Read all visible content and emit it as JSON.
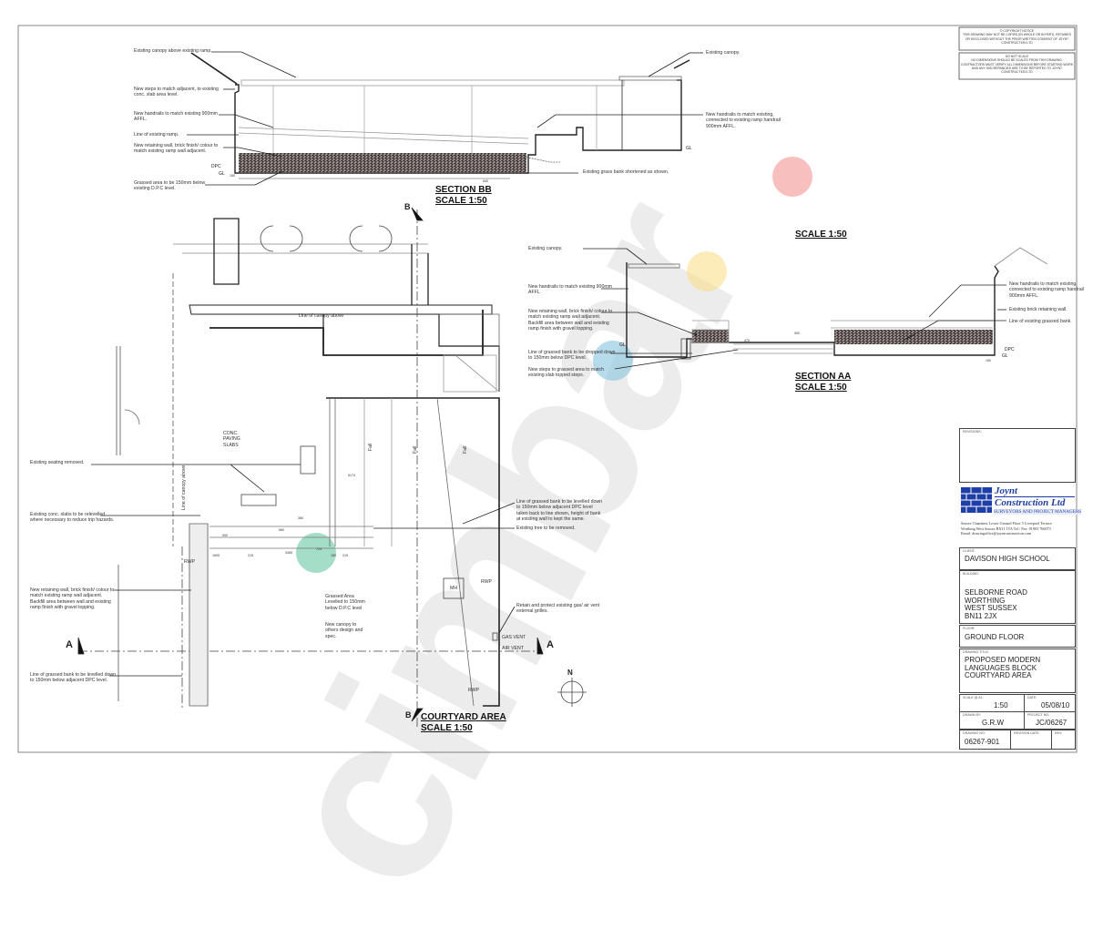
{
  "watermark": {
    "text": "cimbar",
    "dot_colors": [
      "#f28b8b",
      "#f8e08a",
      "#8fc8e0",
      "#7fd0b0"
    ]
  },
  "notices": {
    "copyright": "© COPYRIGHT NOTICE\nTHIS DRAWING MAY NOT BE COPIED (IN WHOLE OR IN PART), RETAINED OR DISCLOSED WITHOUT THE PRIOR WRITTEN CONSENT OF JOYNT CONSTRUCTION LTD",
    "do_not_scale": "DO NOT SCALE\nNO DIMENSIONS SHOULD BE SCALED FROM THIS DRAWING. CONTRACTORS MUST VERIFY ALL DIMENSIONS BEFORE STARTING WORK AND ANY DISCREPANCIES ARE TO BE REPORTED TO JOYNT CONSTRUCTION LTD"
  },
  "section_bb": {
    "title": "SECTION BB",
    "scale": "SCALE 1:50",
    "notes": [
      "Existing canopy above existing ramp.",
      "New steps to match adjacent, to existing\nconc. slab area level.",
      "New handrails to match existing 900mm\nAFFL.",
      "Line of existing ramp.",
      "New retaining wall, brick finish/ colour to\nmatch existing ramp wall adjacent.",
      "Grassed area to be 150mm below\nexisting D.P.C level.",
      "Existing canopy.",
      "New handrails to match existing,\nconnected to existing ramp handrail\n900mm AFFL.",
      "Existing grass bank shortened as shown."
    ],
    "labels": {
      "dpc": "DPC",
      "gl": "GL",
      "gl2": "GL",
      "dim1": "150",
      "dim2": "840"
    }
  },
  "loose_scale": "SCALE 1:50",
  "section_aa": {
    "title": "SECTION AA",
    "scale": "SCALE 1:50",
    "notes": [
      "Existing canopy.",
      "New handrails to match existing 900mm\nAFFL.",
      "New retaining wall, brick finish/ colour to\nmatch existing ramp wall adjacent.\nBackfill area between wall and existing\nramp finish with gravel topping.",
      "Line of grassed bank to be dropped down\nto 150mm below DPC level.",
      "New steps to grassed area to match\nexisting slab topped steps.",
      "New handrails to match existing,\nconnected to existing ramp handrail\n900mm AFFL.",
      "Existing brick retaining wall.",
      "Line of existing grassed bank."
    ],
    "labels": {
      "gl": "GL",
      "dpc": "DPC",
      "gl2": "GL",
      "dim1": "150",
      "dim2": "900",
      "dim3": "470"
    }
  },
  "plan": {
    "title": "COURTYARD AREA",
    "scale": "SCALE 1:50",
    "notes": [
      "Existing seating removed.",
      "Existing conc. slabs to be relevelled\nwhere necessary to reduce trip hazards.",
      "New retaining wall, brick finish/ colour to\nmatch existing ramp wall adjacent.\nBackfill area between wall and existing\nramp finish with gravel topping.",
      "Line of grassed bank to be levelled down\nto 150mm below adjacent DPC level.",
      "Line of grassed bank to be levelled down\nto 150mm below adjacent DPC level\ntaken back to line shown, height of bank\nat existing wall to kept the same.",
      "Existing tree to be removed.",
      "Retain and protect existing gas/ air vent\nexternal grilles."
    ],
    "area_labels": {
      "paving": "CONC.\nPAVING\nSLABS",
      "canopy_line": "Line of canopy above",
      "canopy_line_vertical": "Line of canopy above",
      "grassed": "Grassed Area\nLevelled to 150mm\nbelow D.P.C level",
      "new_canopy": "New canopy to\nothers design and\nspec.",
      "gas_vent": "GAS VENT",
      "air_vent": "AIR VENT",
      "rwp1": "RWP",
      "rwp2": "RWP",
      "rwp3": "RWP",
      "mh": "MH",
      "fall1": "Fall",
      "fall2": "Fall",
      "fall3": "Fall"
    },
    "section_marks": {
      "a_left": "A",
      "a_right": "A",
      "b_top": "B",
      "b_bottom": "B"
    },
    "north": "N",
    "dims": [
      "1605",
      "215",
      "3465",
      "215",
      "150",
      "380",
      "560",
      "900",
      "5174",
      "724"
    ]
  },
  "title_block": {
    "revisions_caption": "REVISIONS:",
    "company": {
      "name1": "Joynt",
      "name2": "Construction Ltd",
      "tagline": "SURVEYORS AND PROJECT MANAGERS",
      "address": "Sussex Chambers  Lower Ground Floor  5 Liverpool Terrace\nWorthing  West Sussex  BN11 1TA  Tel / Fax: 01903 766073\nEmail: drawingoffice@joyntconstruction.com",
      "brand_color": "#1f3fa8"
    },
    "client_caption": "CLIENT:",
    "client": "DAVISON HIGH SCHOOL",
    "building_caption": "BUILDING:",
    "building": "SELBORNE ROAD\nWORTHING\nWEST SUSSEX\nBN11 2JX",
    "floor_caption": "FLOOR:",
    "floor": "GROUND FLOOR",
    "drawing_title_caption": "DRAWING TITLE:",
    "drawing_title": "PROPOSED MODERN\nLANGUAGES BLOCK\nCOURTYARD AREA",
    "scale_caption": "SCALE @ A1:",
    "scale": "1:50",
    "date_caption": "DATE:",
    "date": "05/08/10",
    "drawn_caption": "DRAWN BY:",
    "drawn": "G.R.W",
    "project_caption": "PROJECT NO:",
    "project": "JC/06267",
    "drawing_no_caption": "DRAWING NO:",
    "drawing_no": "06267-901",
    "revision_date_caption": "REVISION DATE:",
    "rev_caption": "REV:"
  }
}
